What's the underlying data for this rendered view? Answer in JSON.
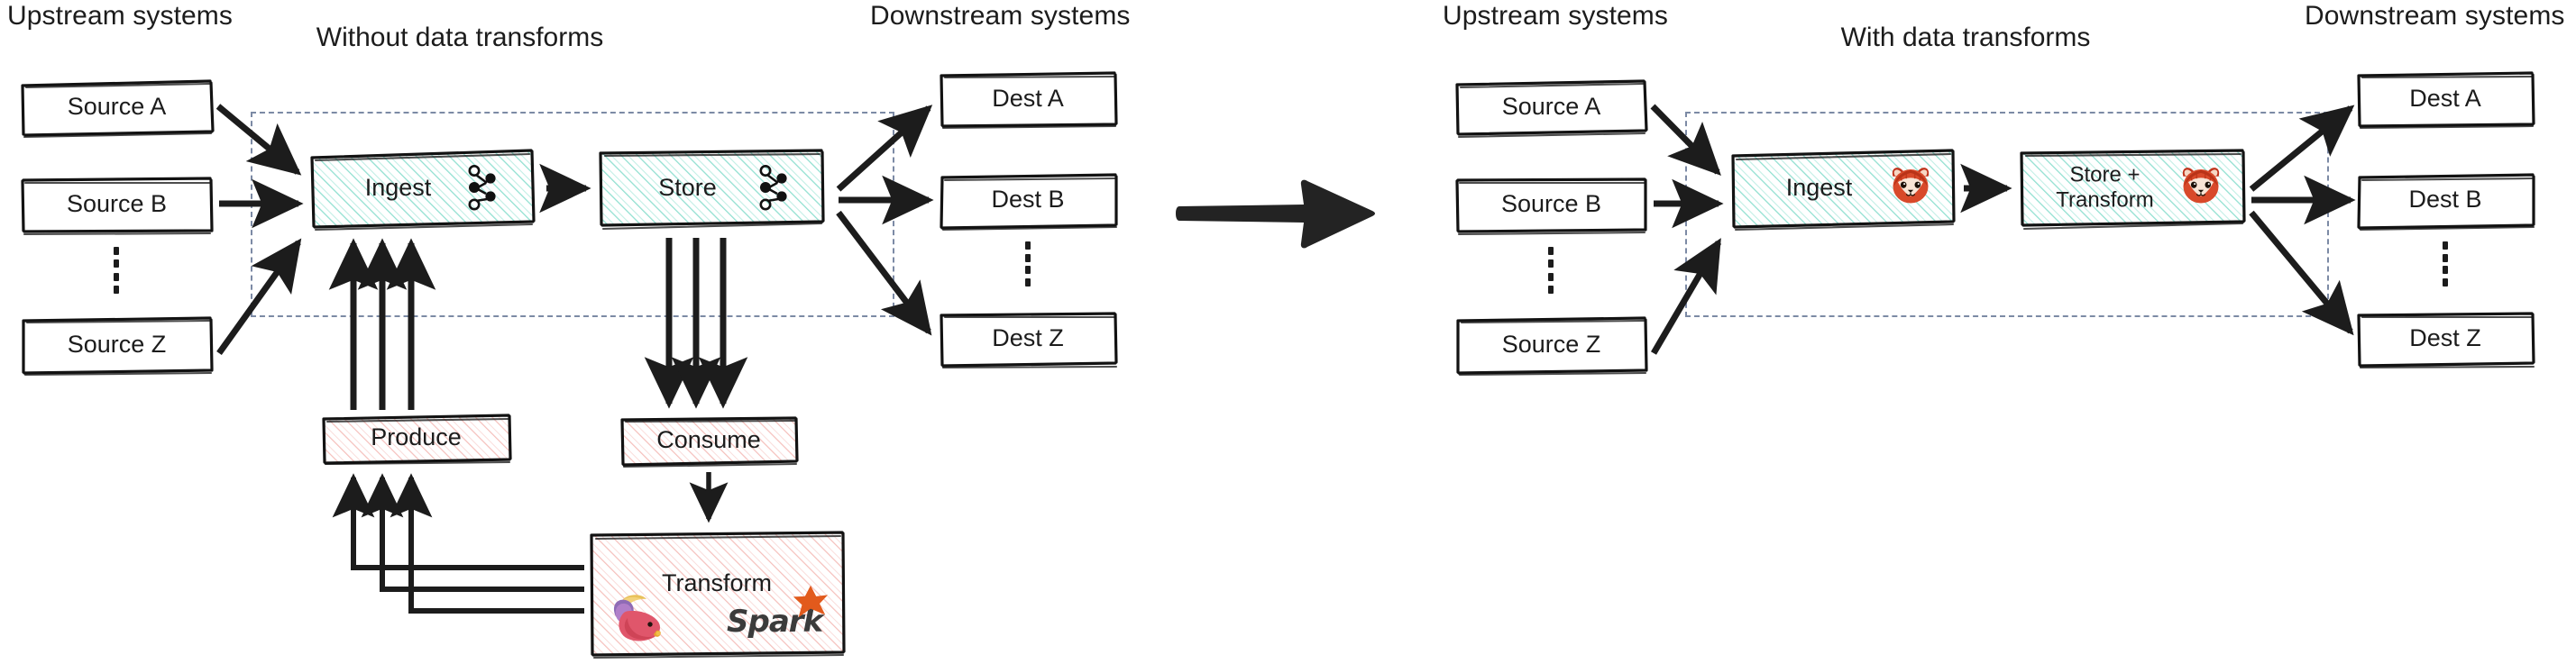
{
  "figure": {
    "type": "diagram",
    "summary": "Two side-by-side data pipeline architectures compared with a transition arrow"
  },
  "left_panel": {
    "title": "Without data transforms",
    "upstream_label": "Upstream systems",
    "downstream_label": "Downstream systems",
    "sources": [
      {
        "label": "Source A"
      },
      {
        "label": "Source B"
      },
      {
        "label": "Source Z"
      }
    ],
    "destinations": [
      {
        "label": "Dest A"
      },
      {
        "label": "Dest B"
      },
      {
        "label": "Dest Z"
      }
    ],
    "pipeline": [
      {
        "label": "Ingest",
        "icon": "kafka-icon",
        "fill": "teal"
      },
      {
        "label": "Store",
        "icon": "kafka-icon",
        "fill": "teal"
      }
    ],
    "external_stages": [
      {
        "label": "Produce",
        "fill": "pink"
      },
      {
        "label": "Consume",
        "fill": "pink"
      },
      {
        "label": "Transform",
        "fill": "pink",
        "icons": [
          "flink-squirrel-icon",
          "spark-icon"
        ],
        "spark_wordmark": "Spark"
      }
    ]
  },
  "right_panel": {
    "title": "With data transforms",
    "upstream_label": "Upstream systems",
    "downstream_label": "Downstream systems",
    "sources": [
      {
        "label": "Source A"
      },
      {
        "label": "Source B"
      },
      {
        "label": "Source Z"
      }
    ],
    "destinations": [
      {
        "label": "Dest A"
      },
      {
        "label": "Dest B"
      },
      {
        "label": "Dest Z"
      }
    ],
    "pipeline": [
      {
        "label": "Ingest",
        "icon": "redpanda-icon",
        "fill": "teal"
      },
      {
        "label": "Store +\nTransform",
        "label_line1": "Store +",
        "label_line2": "Transform",
        "icon": "redpanda-icon",
        "fill": "teal"
      }
    ]
  },
  "transition": {
    "icon": "right-arrow-icon"
  },
  "colors": {
    "teal_hatch": "#4ecdb4",
    "pink_hatch": "#f2a9a4",
    "box_stroke": "#121212",
    "dashed_boundary": "#7c8aa5",
    "arrow": "#1c1c1c",
    "text": "#1c1c1c",
    "spark_orange": "#e25a1c",
    "redpanda_red": "#c0341d"
  }
}
